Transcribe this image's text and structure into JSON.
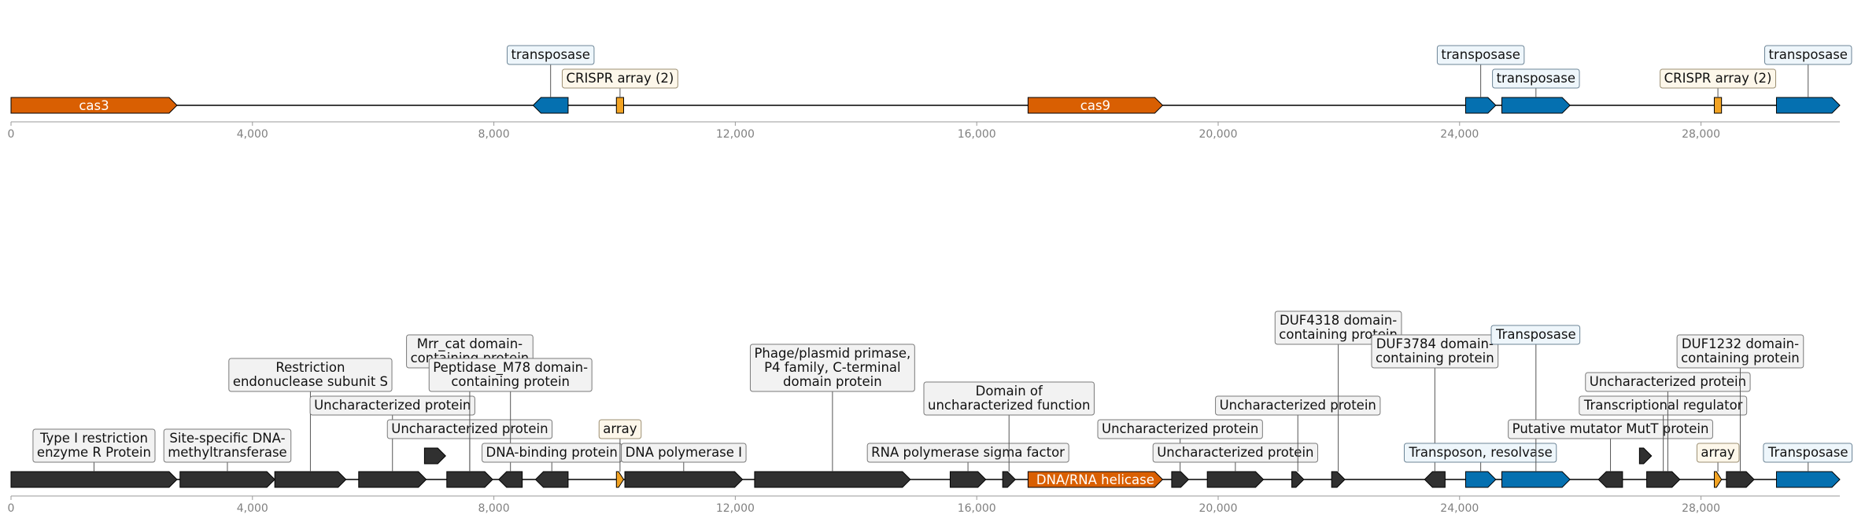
{
  "colors": {
    "cas": "#d95f02",
    "transposase": "#0570b0",
    "crispr": "#f2a323",
    "other": "#303030",
    "box_blue_fill": "#eef6fb",
    "box_tan_fill": "#fdf7ea",
    "box_grey_fill": "#f2f2f2"
  },
  "axis": {
    "min": 0,
    "max": 30300,
    "ticks": [
      {
        "value": 0,
        "label": "0"
      },
      {
        "value": 4000,
        "label": "4,000"
      },
      {
        "value": 8000,
        "label": "8,000"
      },
      {
        "value": 12000,
        "label": "12,000"
      },
      {
        "value": 16000,
        "label": "16,000"
      },
      {
        "value": 20000,
        "label": "20,000"
      },
      {
        "value": 24000,
        "label": "24,000"
      },
      {
        "value": 28000,
        "label": "28,000"
      }
    ]
  },
  "top_track": {
    "features": [
      {
        "start": 0,
        "end": 2750,
        "strand": 1,
        "color": "cas",
        "inner_label": "cas3"
      },
      {
        "start": 8650,
        "end": 9230,
        "strand": -1,
        "color": "transposase",
        "label": "transposase",
        "box": "blue",
        "level": 2
      },
      {
        "start": 10030,
        "end": 10150,
        "strand": 0,
        "color": "crispr",
        "label": "CRISPR array (2)",
        "box": "tan",
        "level": 1
      },
      {
        "start": 16850,
        "end": 19080,
        "strand": 1,
        "color": "cas",
        "inner_label": "cas9"
      },
      {
        "start": 24100,
        "end": 24600,
        "strand": 1,
        "color": "transposase",
        "label": "transposase",
        "box": "blue",
        "level": 2
      },
      {
        "start": 24700,
        "end": 25830,
        "strand": 1,
        "color": "transposase",
        "label": "transposase",
        "box": "blue",
        "level": 1
      },
      {
        "start": 28220,
        "end": 28340,
        "strand": 0,
        "color": "crispr",
        "label": "CRISPR array (2)",
        "box": "tan",
        "level": 1
      },
      {
        "start": 29250,
        "end": 30300,
        "strand": 1,
        "color": "transposase",
        "label": "transposase",
        "box": "blue",
        "level": 2
      }
    ]
  },
  "bottom_track": {
    "features": [
      {
        "start": 0,
        "end": 2750,
        "strand": 1,
        "color": "other",
        "label": "Type I restriction\nenzyme R Protein",
        "box": "grey",
        "level": 1
      },
      {
        "start": 2800,
        "end": 4370,
        "strand": 1,
        "color": "other",
        "label": "Site-specific DNA-\nmethyltransferase",
        "box": "grey",
        "level": 1
      },
      {
        "start": 4370,
        "end": 5550,
        "strand": 1,
        "color": "other",
        "label": "Restriction\nendonuclease subunit S",
        "box": "grey",
        "level": 4
      },
      {
        "start": 5760,
        "end": 6880,
        "strand": 1,
        "color": "other",
        "label": "Uncharacterized protein",
        "box": "grey",
        "level": 3
      },
      {
        "start": 6850,
        "end": 7200,
        "strand": 1,
        "color": "other",
        "row": 1
      },
      {
        "start": 7220,
        "end": 7980,
        "strand": 1,
        "color": "other",
        "label": "Uncharacterized protein",
        "box": "grey",
        "level": 2
      },
      {
        "start": 7600,
        "end": 7600,
        "strand": 0,
        "color": "other",
        "label": "Mrr_cat domain-\ncontaining protein",
        "box": "grey",
        "level": 5,
        "no_shape": true
      },
      {
        "start": 8080,
        "end": 8470,
        "strand": -1,
        "color": "other",
        "label": "Peptidase_M78 domain-\ncontaining protein",
        "box": "grey",
        "level": 4
      },
      {
        "start": 8690,
        "end": 9230,
        "strand": -1,
        "color": "other",
        "label": "DNA-binding protein",
        "box": "grey",
        "level": 1
      },
      {
        "start": 10030,
        "end": 10150,
        "strand": 1,
        "color": "crispr",
        "label": "array",
        "box": "tan",
        "level": 2
      },
      {
        "start": 10170,
        "end": 12120,
        "strand": 1,
        "color": "other",
        "label": "DNA polymerase I",
        "box": "grey",
        "level": 1
      },
      {
        "start": 12320,
        "end": 14900,
        "strand": 1,
        "color": "other",
        "label": "Phage/plasmid primase,\nP4 family, C-terminal\ndomain protein",
        "box": "grey",
        "level": 4
      },
      {
        "start": 15560,
        "end": 16150,
        "strand": 1,
        "color": "other",
        "label": "RNA polymerase sigma factor",
        "box": "grey",
        "level": 1
      },
      {
        "start": 16430,
        "end": 16640,
        "strand": 1,
        "color": "other",
        "label": "Domain of\nuncharacterized function",
        "box": "grey",
        "level": 3
      },
      {
        "start": 16850,
        "end": 19080,
        "strand": 1,
        "color": "cas",
        "inner_label": "DNA/RNA helicase"
      },
      {
        "start": 19230,
        "end": 19510,
        "strand": 1,
        "color": "other",
        "label": "Uncharacterized protein",
        "box": "grey",
        "level": 2
      },
      {
        "start": 19820,
        "end": 20750,
        "strand": 1,
        "color": "other",
        "label": "Uncharacterized protein",
        "box": "grey",
        "level": 1
      },
      {
        "start": 21220,
        "end": 21420,
        "strand": 1,
        "color": "other",
        "label": "Uncharacterized protein",
        "box": "grey",
        "level": 3
      },
      {
        "start": 21880,
        "end": 22100,
        "strand": 1,
        "color": "other",
        "label": "DUF4318 domain-\ncontaining protein",
        "box": "grey",
        "level": 6
      },
      {
        "start": 23420,
        "end": 23760,
        "strand": -1,
        "color": "other",
        "label": "DUF3784 domain-\ncontaining protein",
        "box": "grey",
        "level": 5
      },
      {
        "start": 24100,
        "end": 24600,
        "strand": 1,
        "color": "transposase",
        "label": "Transposon, resolvase",
        "box": "blue",
        "level": 1
      },
      {
        "start": 24700,
        "end": 25830,
        "strand": 1,
        "color": "transposase",
        "label": "Transposase",
        "box": "blue",
        "level": 6
      },
      {
        "start": 26300,
        "end": 26700,
        "strand": -1,
        "color": "other",
        "label": "Putative mutator MutT protein",
        "box": "grey",
        "level": 2
      },
      {
        "start": 26980,
        "end": 27180,
        "strand": 1,
        "color": "other",
        "row": 1
      },
      {
        "start": 27100,
        "end": 27650,
        "strand": 1,
        "color": "other",
        "label": "Transcriptional regulator",
        "box": "grey",
        "level": 3
      },
      {
        "start": 27450,
        "end": 27450,
        "strand": 0,
        "color": "other",
        "label": "Uncharacterized protein",
        "box": "grey",
        "level": 4,
        "no_shape": true
      },
      {
        "start": 28220,
        "end": 28340,
        "strand": 1,
        "color": "crispr",
        "label": "array",
        "box": "tan",
        "level": 1
      },
      {
        "start": 28420,
        "end": 28880,
        "strand": 1,
        "color": "other",
        "label": "DUF1232 domain-\ncontaining protein",
        "box": "grey",
        "level": 5
      },
      {
        "start": 29250,
        "end": 30300,
        "strand": 1,
        "color": "transposase",
        "label": "Transposase",
        "box": "blue",
        "level": 1
      }
    ]
  }
}
